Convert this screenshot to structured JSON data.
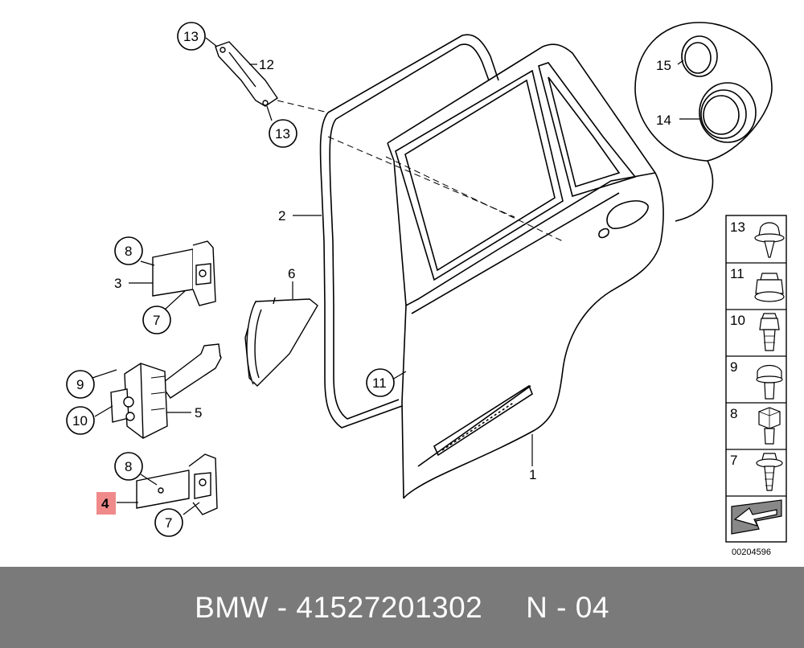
{
  "callouts": {
    "c1": "1",
    "c2": "2",
    "c3": "3",
    "c4": "4",
    "c5": "5",
    "c6": "6",
    "c7a": "7",
    "c7b": "7",
    "c8a": "8",
    "c8b": "8",
    "c9": "9",
    "c10": "10",
    "c11": "11",
    "c12": "12",
    "c13a": "13",
    "c13b": "13",
    "c14": "14",
    "c15": "15"
  },
  "legend": {
    "items": [
      "13",
      "11",
      "10",
      "9",
      "8",
      "7"
    ]
  },
  "highlight_color": "#f08a8a",
  "drawing_number": "00204596",
  "footer": {
    "text": "BMW - 41527201302     N - 04"
  }
}
